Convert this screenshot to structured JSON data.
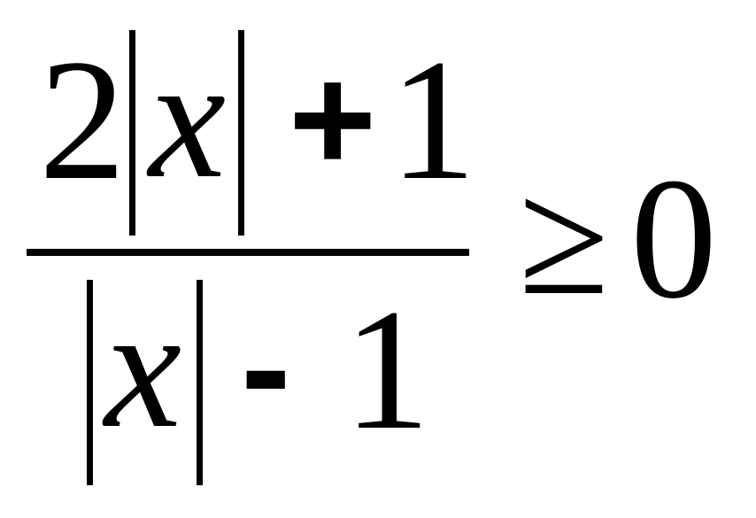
{
  "formula": {
    "numerator": {
      "coefficient": "2",
      "variable": "x",
      "operator": "+",
      "constant": "1"
    },
    "denominator": {
      "variable": "x",
      "operator": "-",
      "constant": "1"
    },
    "relation": "≥",
    "rhs": "0"
  }
}
